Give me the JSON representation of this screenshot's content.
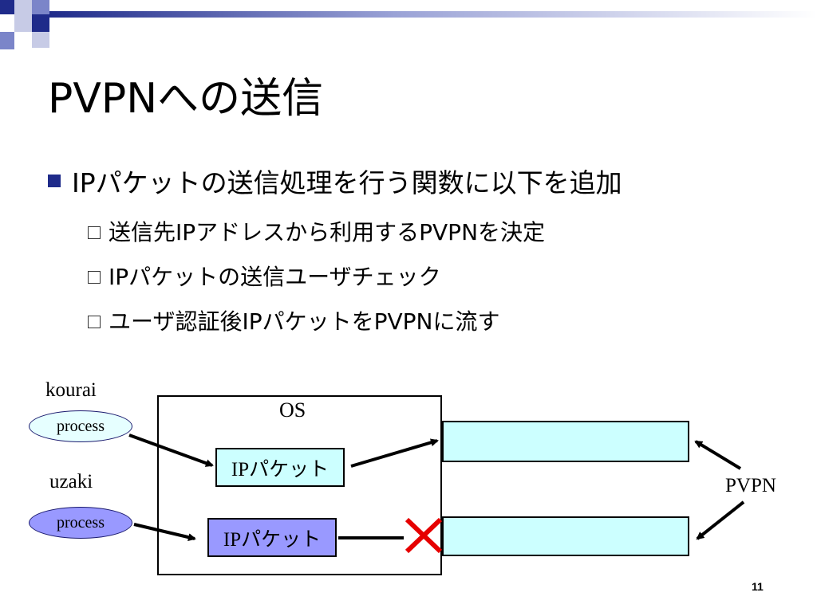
{
  "slide": {
    "title": "PVPNへの送信",
    "bullet": "IPパケットの送信処理を行う関数に以下を追加",
    "sub_bullets": [
      "送信先IPアドレスから利用するPVPNを決定",
      "IPパケットの送信ユーザチェック",
      "ユーザ認証後IPパケットをPVPNに流す"
    ],
    "page_number": "11"
  },
  "diagram": {
    "user1": {
      "name": "kourai",
      "process_label": "process",
      "fill": "#e6ffff"
    },
    "user2": {
      "name": "uzaki",
      "process_label": "process",
      "fill": "#9999ff"
    },
    "os_label": "OS",
    "packet1_label": "IPパケット",
    "packet1_fill": "#ccffff",
    "packet2_label": "IPパケット",
    "packet2_fill": "#9999ff",
    "pvpn_label": "PVPN",
    "pvpn_fill": "#ccffff",
    "blocked_mark_color": "#e60000"
  },
  "colors": {
    "accent_dark": "#1f2b8a",
    "accent_mid": "#7b85c9",
    "accent_light": "#c7cbe6",
    "rule": "#9aa2d6"
  }
}
